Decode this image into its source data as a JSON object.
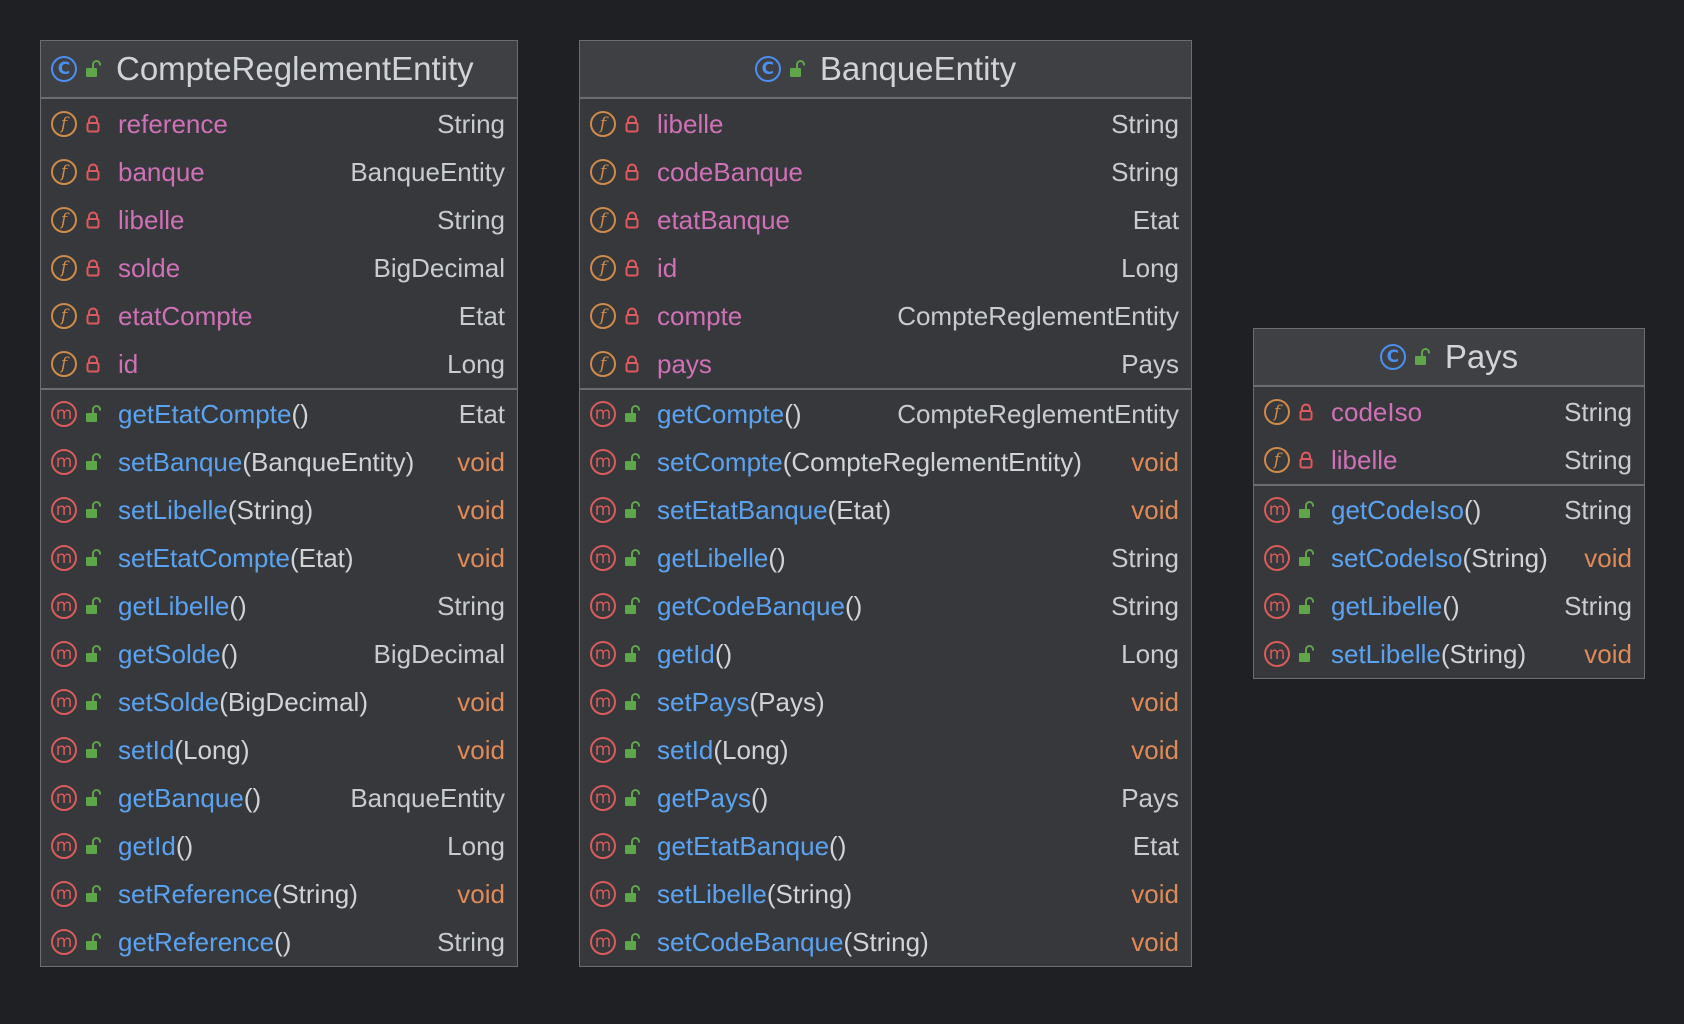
{
  "classes": [
    {
      "name": "CompteReglementEntity",
      "header_align": "left",
      "fields": [
        {
          "name": "reference",
          "type": "String"
        },
        {
          "name": "banque",
          "type": "BanqueEntity"
        },
        {
          "name": "libelle",
          "type": "String"
        },
        {
          "name": "solde",
          "type": "BigDecimal"
        },
        {
          "name": "etatCompte",
          "type": "Etat"
        },
        {
          "name": "id",
          "type": "Long"
        }
      ],
      "methods": [
        {
          "name": "getEtatCompte",
          "params": "()",
          "type": "Etat"
        },
        {
          "name": "setBanque",
          "params": "(BanqueEntity)",
          "type": "void"
        },
        {
          "name": "setLibelle",
          "params": "(String)",
          "type": "void"
        },
        {
          "name": "setEtatCompte",
          "params": "(Etat)",
          "type": "void"
        },
        {
          "name": "getLibelle",
          "params": "()",
          "type": "String"
        },
        {
          "name": "getSolde",
          "params": "()",
          "type": "BigDecimal"
        },
        {
          "name": "setSolde",
          "params": "(BigDecimal)",
          "type": "void"
        },
        {
          "name": "setId",
          "params": "(Long)",
          "type": "void"
        },
        {
          "name": "getBanque",
          "params": "()",
          "type": "BanqueEntity"
        },
        {
          "name": "getId",
          "params": "()",
          "type": "Long"
        },
        {
          "name": "setReference",
          "params": "(String)",
          "type": "void"
        },
        {
          "name": "getReference",
          "params": "()",
          "type": "String"
        }
      ]
    },
    {
      "name": "BanqueEntity",
      "header_align": "center",
      "fields": [
        {
          "name": "libelle",
          "type": "String"
        },
        {
          "name": "codeBanque",
          "type": "String"
        },
        {
          "name": "etatBanque",
          "type": "Etat"
        },
        {
          "name": "id",
          "type": "Long"
        },
        {
          "name": "compte",
          "type": "CompteReglementEntity"
        },
        {
          "name": "pays",
          "type": "Pays"
        }
      ],
      "methods": [
        {
          "name": "getCompte",
          "params": "()",
          "type": "CompteReglementEntity"
        },
        {
          "name": "setCompte",
          "params": "(CompteReglementEntity)",
          "type": "void"
        },
        {
          "name": "setEtatBanque",
          "params": "(Etat)",
          "type": "void"
        },
        {
          "name": "getLibelle",
          "params": "()",
          "type": "String"
        },
        {
          "name": "getCodeBanque",
          "params": "()",
          "type": "String"
        },
        {
          "name": "getId",
          "params": "()",
          "type": "Long"
        },
        {
          "name": "setPays",
          "params": "(Pays)",
          "type": "void"
        },
        {
          "name": "setId",
          "params": "(Long)",
          "type": "void"
        },
        {
          "name": "getPays",
          "params": "()",
          "type": "Pays"
        },
        {
          "name": "getEtatBanque",
          "params": "()",
          "type": "Etat"
        },
        {
          "name": "setLibelle",
          "params": "(String)",
          "type": "void"
        },
        {
          "name": "setCodeBanque",
          "params": "(String)",
          "type": "void"
        }
      ]
    },
    {
      "name": "Pays",
      "header_align": "center",
      "fields": [
        {
          "name": "codeIso",
          "type": "String"
        },
        {
          "name": "libelle",
          "type": "String"
        }
      ],
      "methods": [
        {
          "name": "getCodeIso",
          "params": "()",
          "type": "String"
        },
        {
          "name": "setCodeIso",
          "params": "(String)",
          "type": "void"
        },
        {
          "name": "getLibelle",
          "params": "()",
          "type": "String"
        },
        {
          "name": "setLibelle",
          "params": "(String)",
          "type": "void"
        }
      ]
    }
  ],
  "icons": {
    "class": "class-icon",
    "field": "field-icon",
    "method": "method-icon",
    "private": "lock-icon",
    "public": "unlock-icon"
  },
  "colors": {
    "background": "#1f2023",
    "box": "#36383b",
    "field_name": "#cf71b6",
    "method_name": "#5ba3f0",
    "void_type": "#e08a58",
    "private_lock": "#e0595f",
    "public_lock": "#5fa64a"
  }
}
